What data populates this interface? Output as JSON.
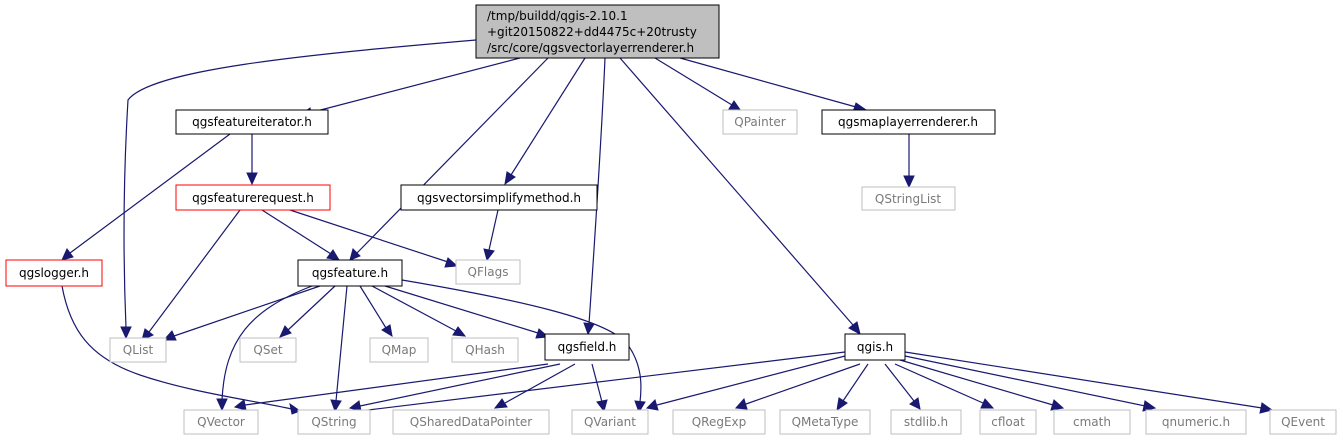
{
  "diagram": {
    "root": {
      "lines": [
        "/tmp/buildd/qgis-2.10.1",
        "+git20150822+dd4475c+20trusty",
        "/src/core/qgsvectorlayerrenderer.h"
      ]
    },
    "nodes": {
      "qgsfeatureiterator": "qgsfeatureiterator.h",
      "qpainter": "QPainter",
      "qgsmaplayerrenderer": "qgsmaplayerrenderer.h",
      "qgsfeaturerequest": "qgsfeaturerequest.h",
      "qgsvectorsimplifymethod": "qgsvectorsimplifymethod.h",
      "qstringlist": "QStringList",
      "qgslogger": "qgslogger.h",
      "qgsfeature": "qgsfeature.h",
      "qflags": "QFlags",
      "qlist": "QList",
      "qset": "QSet",
      "qmap": "QMap",
      "qhash": "QHash",
      "qgsfield": "qgsfield.h",
      "qgis": "qgis.h",
      "qvector": "QVector",
      "qstring": "QString",
      "qshareddatapointer": "QSharedDataPointer",
      "qvariant": "QVariant",
      "qregexp": "QRegExp",
      "qmetatype": "QMetaType",
      "stdlib": "stdlib.h",
      "cfloat": "cfloat",
      "cmath": "cmath",
      "qnumeric": "qnumeric.h",
      "qevent": "QEvent"
    }
  }
}
